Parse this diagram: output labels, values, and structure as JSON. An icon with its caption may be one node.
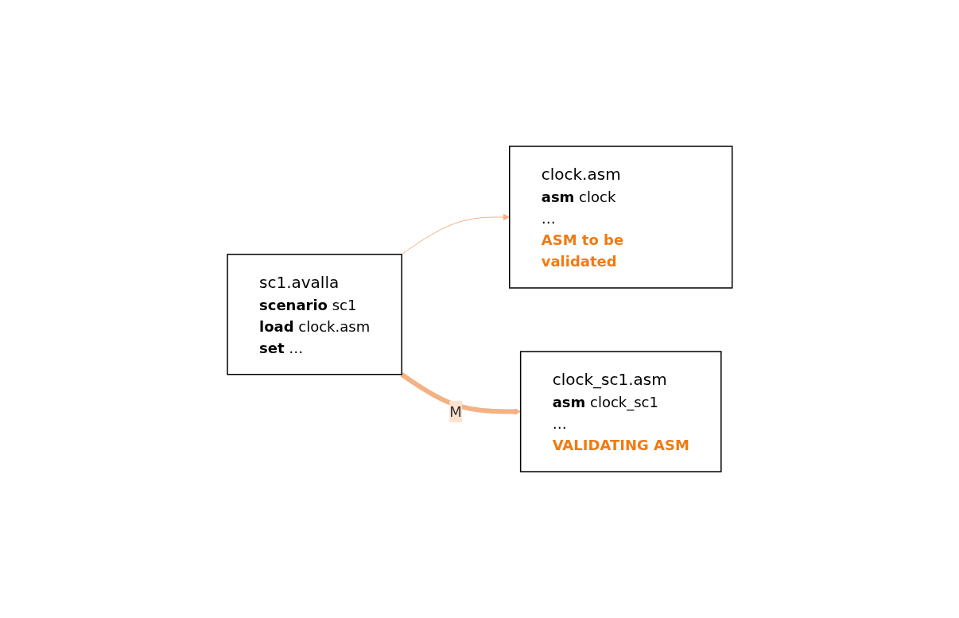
{
  "diagram": {
    "nodes": [
      {
        "text": [
          "sc1.avalla",
          "**scenario** sc1",
          "**load** clock.asm",
          "**set** …"
        ]
      },
      {
        "text": [
          "clock.asm",
          "**asm** clock",
          "…",
          "ASM to be validated"
        ]
      },
      {
        "text": [
          "clock_sc1.asm",
          "**asm** clock_sc1",
          "…",
          "VALIDATING ASM"
        ]
      }
    ],
    "edges": [
      {
        "from": 0,
        "to": 1,
        "arrow": "to"
      },
      {
        "from": 0,
        "to": 2,
        "arrow": "to",
        "label": "M",
        "style": "thick"
      }
    ]
  }
}
